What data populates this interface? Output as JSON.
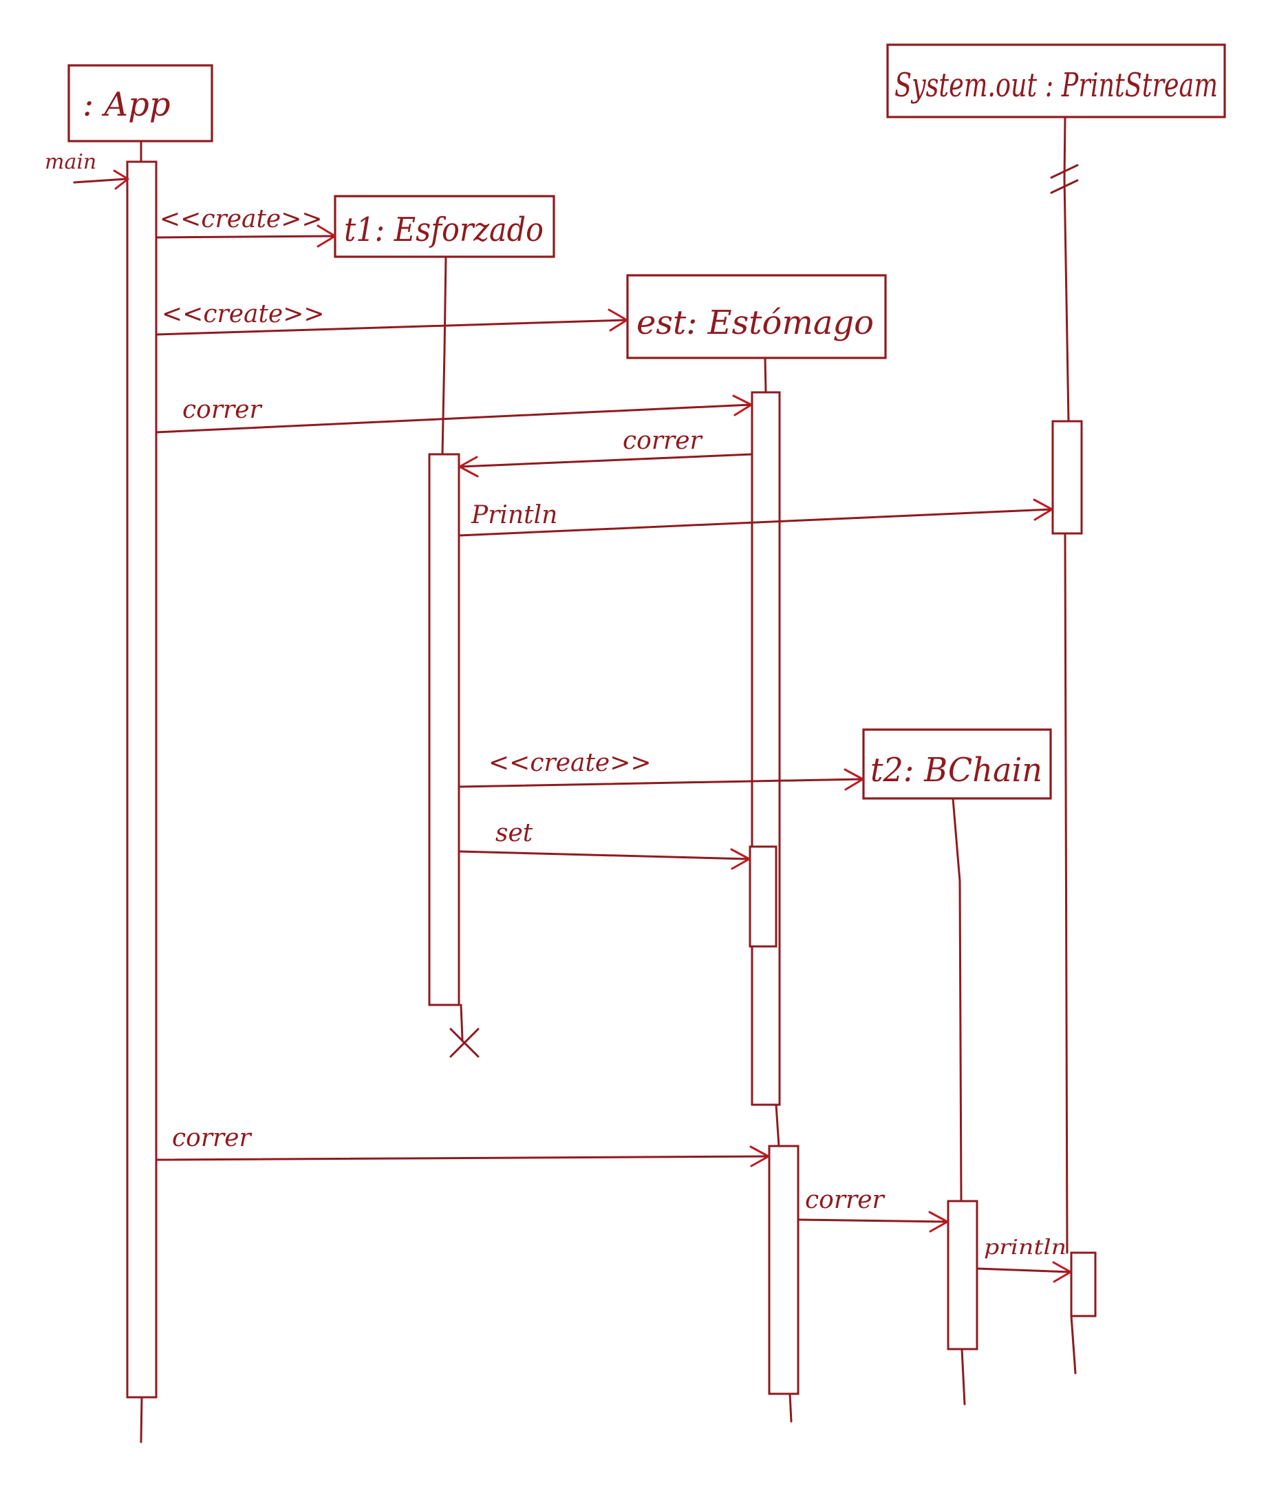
{
  "participants": [
    {
      "id": "app",
      "label": ": App"
    },
    {
      "id": "printstream",
      "label": "System.out : PrintStream"
    },
    {
      "id": "t1",
      "label": "t1: Esforzado"
    },
    {
      "id": "est",
      "label": "est: Estómago"
    },
    {
      "id": "t2",
      "label": "t2: BChain"
    }
  ],
  "messages": [
    {
      "id": "main",
      "label": "main"
    },
    {
      "id": "create_t1",
      "label": "<<create>>"
    },
    {
      "id": "create_est",
      "label": "<<create>>"
    },
    {
      "id": "correr_1",
      "label": "correr"
    },
    {
      "id": "correr_2",
      "label": "correr"
    },
    {
      "id": "println_1",
      "label": "Println"
    },
    {
      "id": "create_t2",
      "label": "<<create>>"
    },
    {
      "id": "set",
      "label": "set"
    },
    {
      "id": "correr_3",
      "label": "correr"
    },
    {
      "id": "correr_4",
      "label": "correr"
    },
    {
      "id": "println_2",
      "label": "println"
    }
  ],
  "colors": {
    "ink": "#8f1a1f",
    "arrow": "#c0181f",
    "background": "#ffffff"
  }
}
